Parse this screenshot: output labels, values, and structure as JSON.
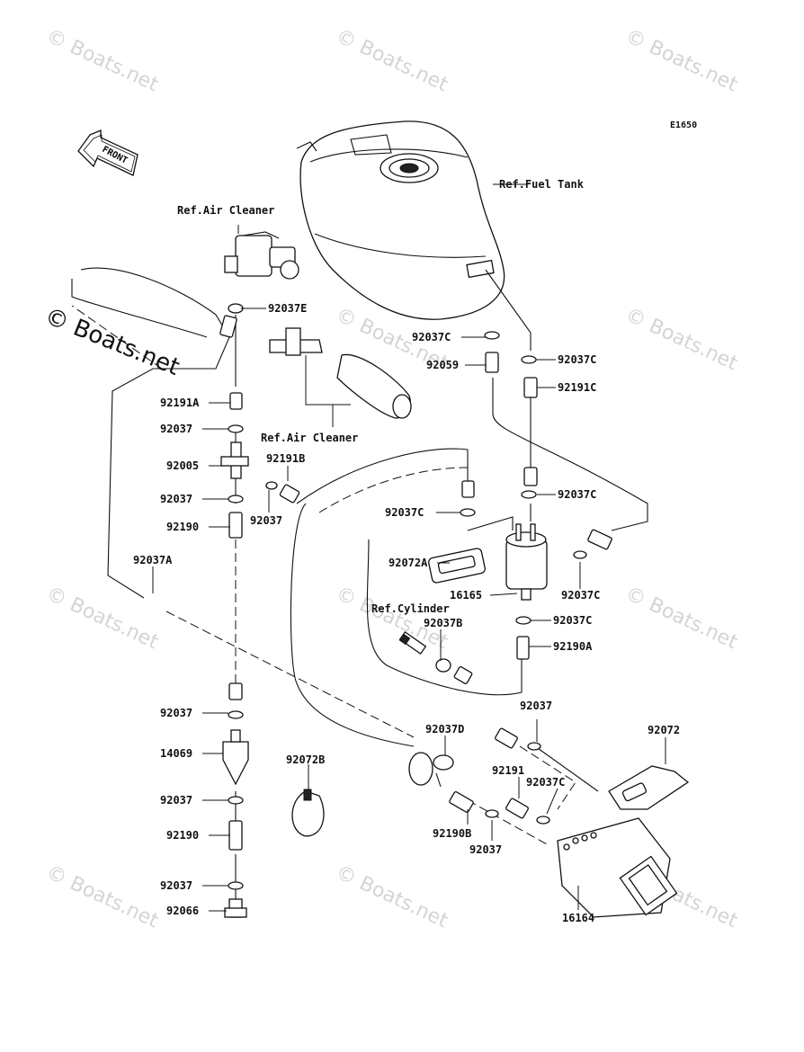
{
  "diagram_code": "E1650",
  "front_label": "FRONT",
  "watermark_faint": "© Boats.net",
  "watermark_bold": "© Boats.net",
  "callouts": {
    "ref_fuel_tank": "Ref.Fuel Tank",
    "ref_air_cleaner_top": "Ref.Air Cleaner",
    "ref_air_cleaner_mid": "Ref.Air Cleaner",
    "ref_cylinder": "Ref.Cylinder",
    "p92037E": "92037E",
    "p92037C_a": "92037C",
    "p92059": "92059",
    "p92037C_b": "92037C",
    "p92191C": "92191C",
    "p92191A": "92191A",
    "p92037_a": "92037",
    "p92005": "92005",
    "p92191B": "92191B",
    "p92037_b": "92037",
    "p92037_c": "92037",
    "p92190_a": "92190",
    "p92037C_c": "92037C",
    "p92037C_d": "92037C",
    "p92072A": "92072A",
    "p92037A": "92037A",
    "p16165": "16165",
    "p92037C_e": "92037C",
    "p92037B": "92037B",
    "p92037C_f": "92037C",
    "p92190A": "92190A",
    "p92037_d": "92037",
    "p92037D": "92037D",
    "p92072": "92072",
    "p92037_e": "92037",
    "p14069": "14069",
    "p92072B": "92072B",
    "p92191": "92191",
    "p92037C_g": "92037C",
    "p92037_f": "92037",
    "p92190B": "92190B",
    "p92037_g": "92037",
    "p92190_b": "92190",
    "p92037_h": "92037",
    "p92066": "92066",
    "p16164": "16164"
  }
}
